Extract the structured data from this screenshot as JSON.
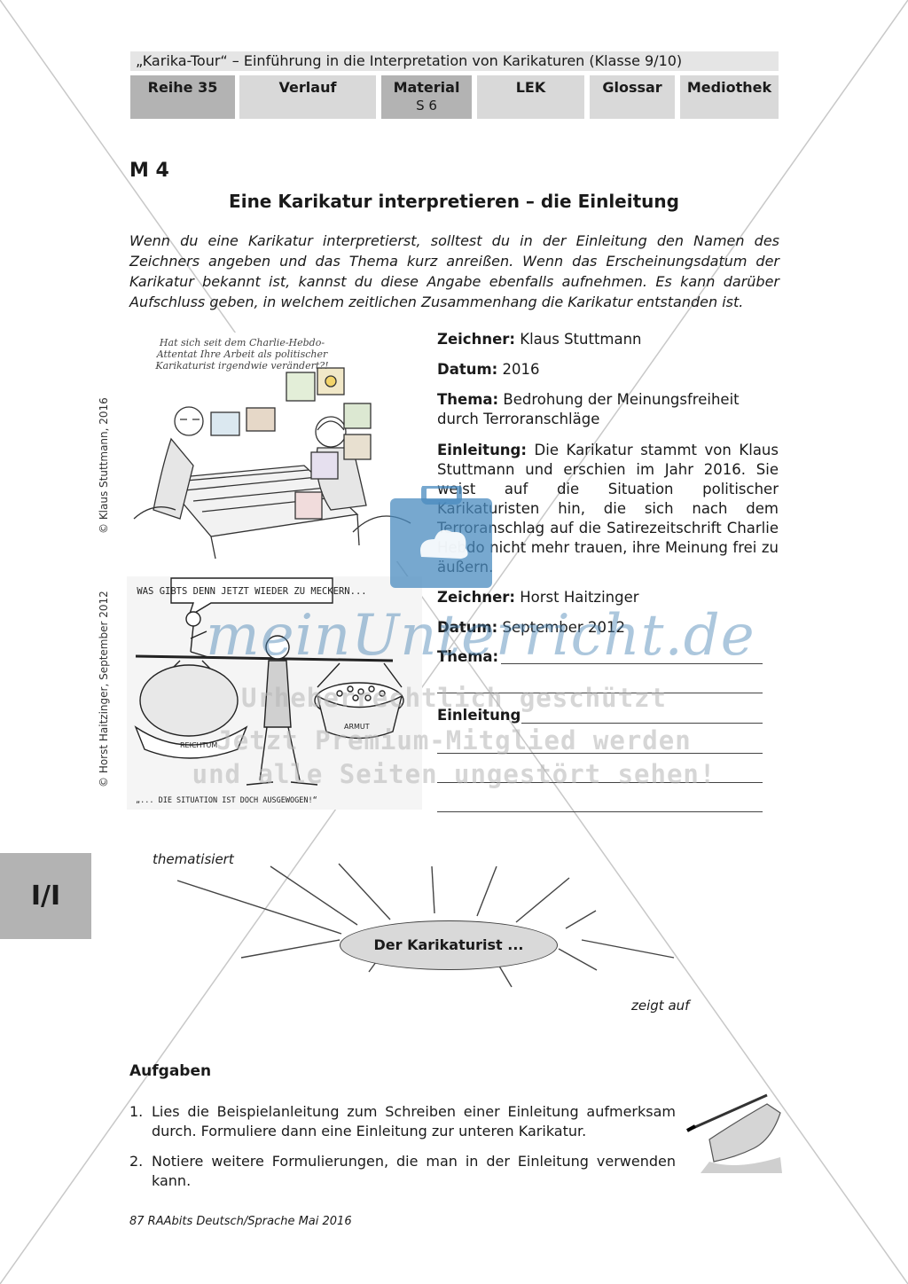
{
  "header": {
    "title": "„Karika-Tour“ – Einführung in die Interpretation von Karikaturen (Klasse 9/10)",
    "nav": [
      {
        "label": "Reihe 35",
        "sub": ""
      },
      {
        "label": "Verlauf",
        "sub": ""
      },
      {
        "label": "Material",
        "sub": "S 6"
      },
      {
        "label": "LEK",
        "sub": ""
      },
      {
        "label": "Glossar",
        "sub": ""
      },
      {
        "label": "Mediothek",
        "sub": ""
      }
    ]
  },
  "material_label": "M 4",
  "section_title": "Eine Karikatur interpretieren – die Einleitung",
  "intro": "Wenn du eine Karikatur interpretierst, solltest du in der Einleitung den Namen des Zeichners angeben und das Thema kurz anreißen. Wenn das Erscheinungsdatum der Karikatur bekannt ist, kannst du diese Angabe ebenfalls aufnehmen. Es kann darüber Aufschluss geben, in welchem zeitlichen Zusammenhang die Karikatur entstanden ist.",
  "cartoon1": {
    "credit": "© Klaus Stuttmann, 2016",
    "speech": "Hat sich seit dem Charlie-Hebdo-Attentat Ihre Arbeit als politischer Karikaturist irgendwie verändert?!",
    "zeichner_label": "Zeichner:",
    "zeichner": "Klaus Stuttmann",
    "datum_label": "Datum:",
    "datum": "2016",
    "thema_label": "Thema:",
    "thema": "Bedrohung der Meinungsfreiheit durch Terroranschläge",
    "einleitung_label": "Einleitung:",
    "einleitung": "Die Karikatur stammt von Klaus Stuttmann und erschien im Jahr 2016. Sie weist auf die Situation politischer Karikaturisten hin, die sich nach dem Terroranschlag auf die Satirezeitschrift Charlie Hebdo nicht mehr trauen, ihre Meinung frei zu äußern."
  },
  "cartoon2": {
    "credit": "© Horst Haitzinger, September 2012",
    "speech": "WAS GIBTS DENN JETZT WIEDER ZU MECKERN...",
    "label_left": "REICHTUM",
    "label_right": "ARMUT",
    "caption": "„... DIE SITUATION IST DOCH AUSGEWOGEN!“",
    "zeichner_label": "Zeichner:",
    "zeichner": "Horst Haitzinger",
    "datum_label": "Datum:",
    "datum": "September 2012",
    "thema_label": "Thema:",
    "einleitung_label": "Einleitung"
  },
  "side_tab": "I/I",
  "diagram": {
    "center": "Der Karikaturist ...",
    "label_top": "thematisiert",
    "label_bottom": "zeigt auf"
  },
  "tasks": {
    "title": "Aufgaben",
    "items": [
      {
        "num": "1.",
        "text": "Lies die Beispielanleitung zum Schreiben einer Einleitung aufmerksam durch. Formuliere dann eine Einleitung zur unteren Karikatur."
      },
      {
        "num": "2.",
        "text": "Notiere weitere Formulierungen, die man in der Einleitung verwenden kann."
      }
    ]
  },
  "footer": "87 RAAbits Deutsch/Sprache Mai 2016",
  "watermark": {
    "logo": "meinUnterricht.de",
    "line1": "Urheberrechtlich geschützt",
    "line2": "Jetzt Premium-Mitglied werden",
    "line3": "und alle Seiten ungestört sehen!"
  },
  "colors": {
    "header_gray": "#d9d9d9",
    "active_gray": "#b3b3b3",
    "watermark_blue": "#4a8bbf"
  }
}
